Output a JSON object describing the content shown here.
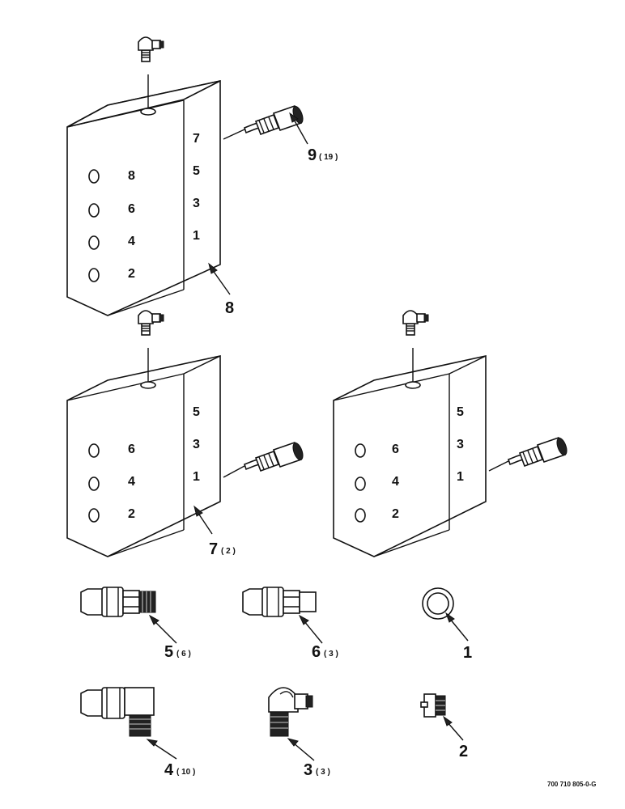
{
  "block_8": {
    "port_numbers_left": [
      "8",
      "6",
      "4",
      "2"
    ],
    "port_numbers_right": [
      "7",
      "5",
      "3",
      "1"
    ]
  },
  "block_7": {
    "port_numbers_left": [
      "6",
      "4",
      "2"
    ],
    "port_numbers_right": [
      "5",
      "3",
      "1"
    ]
  },
  "block_unlabeled": {
    "port_numbers_left": [
      "6",
      "4",
      "2"
    ],
    "port_numbers_right": [
      "5",
      "3",
      "1"
    ]
  },
  "callouts": {
    "c8": {
      "item": "8",
      "qty": ""
    },
    "c9": {
      "item": "9",
      "qty": "( 19 )"
    },
    "c7": {
      "item": "7",
      "qty": "( 2 )"
    },
    "c5": {
      "item": "5",
      "qty": "( 6 )"
    },
    "c6": {
      "item": "6",
      "qty": "( 3 )"
    },
    "c1": {
      "item": "1",
      "qty": ""
    },
    "c4": {
      "item": "4",
      "qty": "( 10 )"
    },
    "c3": {
      "item": "3",
      "qty": "( 3 )"
    },
    "c2": {
      "item": "2",
      "qty": ""
    }
  },
  "drawing_ref": "700 710 805-0-G"
}
